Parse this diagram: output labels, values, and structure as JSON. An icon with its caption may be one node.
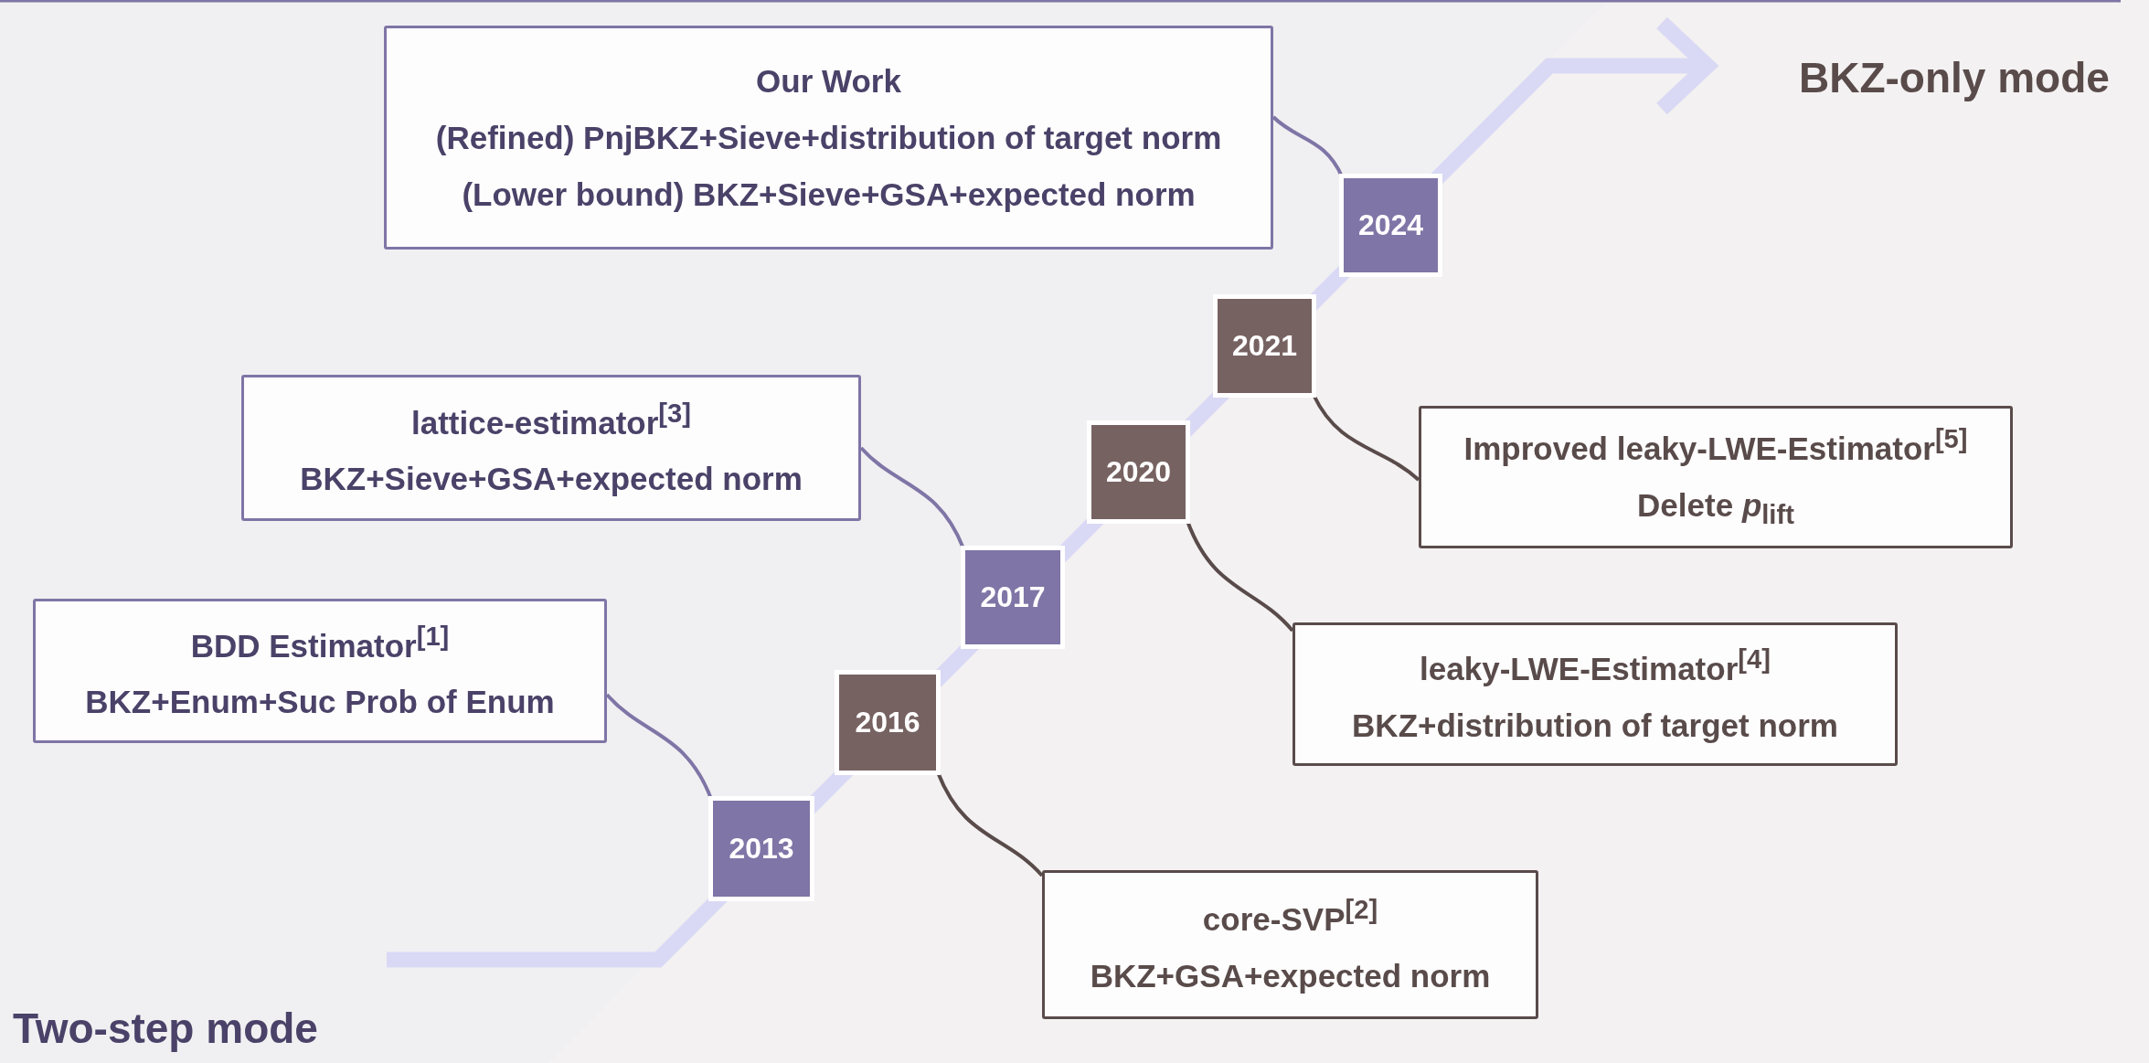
{
  "diagram": {
    "nodes": [
      {
        "text": [
          "Our Work",
          "(Refined) PnjBKZ+Sieve+distribution of target norm",
          "(Lower bound) BKZ+Sieve+GSA+expected norm"
        ]
      },
      {
        "text": [
          "2024"
        ]
      },
      {
        "text": [
          "lattice-estimator$^{[3]}$",
          "BKZ+Sieve+GSA+expected norm"
        ]
      },
      {
        "text": [
          "2021"
        ]
      },
      {
        "text": [
          "Improved leaky-LWE-Estimator$^{[5]}$",
          "Delete *p*$_{lift}$"
        ]
      },
      {
        "text": [
          "2020"
        ]
      },
      {
        "text": [
          "2017"
        ]
      },
      {
        "text": [
          "BDD Estimator$^{[1]}$",
          "BKZ+Enum+Suc Prob of Enum"
        ]
      },
      {
        "text": [
          "leaky-LWE-Estimator$^{[4]}$",
          "BKZ+distribution of target norm"
        ]
      },
      {
        "text": [
          "2016"
        ]
      },
      {
        "text": [
          "2013"
        ]
      },
      {
        "text": [
          "core-SVP$^{[2]}$",
          "BKZ+GSA+expected norm"
        ]
      }
    ],
    "edges": [
      {
        "from": 10,
        "to": 7,
        "arrow": "none",
        "color": "#7f75a6"
      },
      {
        "from": 9,
        "to": 11,
        "arrow": "none",
        "color": "#5a4b4b"
      },
      {
        "from": 6,
        "to": 2,
        "arrow": "none",
        "color": "#7f75a6"
      },
      {
        "from": 5,
        "to": 8,
        "arrow": "none",
        "color": "#5a4b4b"
      },
      {
        "from": 3,
        "to": 4,
        "arrow": "none",
        "color": "#5a4b4b"
      },
      {
        "from": 1,
        "to": 0,
        "arrow": "none",
        "color": "#7f75a6"
      }
    ],
    "labels": [
      "BKZ-only mode",
      "Two-step mode"
    ]
  }
}
